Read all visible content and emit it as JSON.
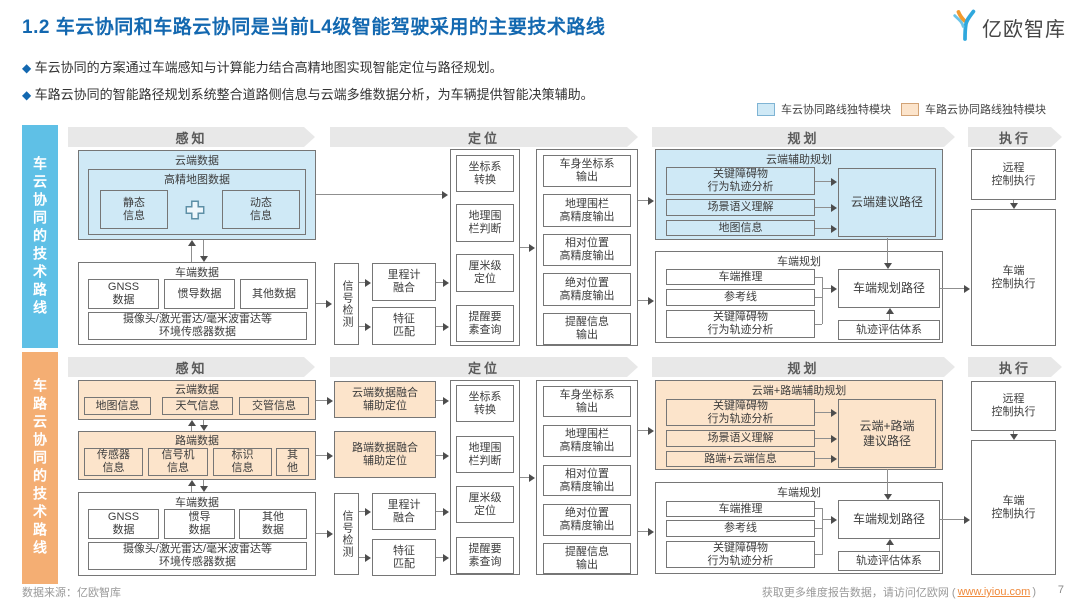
{
  "header": {
    "title": "1.2 车云协同和车路云协同是当前L4级智能驾驶采用的主要技术路线",
    "logo_text": "亿欧智库",
    "bullets": [
      "车云协同的方案通过车端感知与计算能力结合高精地图实现智能定位与路径规划。",
      "车路云协同的智能路径规划系统整合道路侧信息与云端多维数据分析，为车辆提供智能决策辅助。"
    ],
    "legend": {
      "item1": "车云协同路线独特模块",
      "item2": "车路云协同路线独特模块"
    }
  },
  "columns": {
    "perception": "感知",
    "localization": "定位",
    "planning": "规划",
    "execution": "执行"
  },
  "colors": {
    "blue_module": "#cfe9f6",
    "orange_module": "#fce4cb",
    "sidebar_blue": "#5fc0e6",
    "sidebar_orange": "#f4ae73",
    "title_blue": "#1368b0",
    "link_orange": "#ef8a3c"
  },
  "s1": {
    "sidebar": "车云协同的技术路线",
    "cloud_title": "云端数据",
    "hd_title": "高精地图数据",
    "static": "静态\n信息",
    "dynamic": "动态\n信息",
    "veh_title": "车端数据",
    "gnss": "GNSS\n数据",
    "imu": "惯导数据",
    "other": "其他数据",
    "sensors": "摄像头/激光雷达/毫米波雷达等\n环境传感器数据",
    "signal": "信号检测",
    "odom": "里程计\n融合",
    "feat": "特征\n匹配",
    "mid1": "坐标系\n转换",
    "mid2": "地理围\n栏判断",
    "mid3": "厘米级\n定位",
    "mid4": "提醒要\n素查询",
    "out1": "车身坐标系\n输出",
    "out2": "地理围栏\n高精度输出",
    "out3": "相对位置\n高精度输出",
    "out4": "绝对位置\n高精度输出",
    "out5": "提醒信息\n输出",
    "plan_cloud_title": "云端辅助规划",
    "pc1": "关键障碍物\n行为轨迹分析",
    "pc2": "场景语义理解",
    "pc3": "地图信息",
    "pc_out": "云端建议路径",
    "plan_veh_title": "车端规划",
    "pv1": "车端推理",
    "pv2": "参考线",
    "pv3": "关键障碍物\n行为轨迹分析",
    "pv_out": "车端规划路径",
    "pv_eval": "轨迹评估体系",
    "exec_remote": "远程\n控制执行",
    "exec_vehicle": "车端\n控制执行"
  },
  "s2": {
    "sidebar": "车路云协同的技术路线",
    "cloud_title": "云端数据",
    "cloud1": "地图信息",
    "cloud2": "天气信息",
    "cloud3": "交管信息",
    "road_title": "路端数据",
    "road1": "传感器\n信息",
    "road2": "信号机\n信息",
    "road3": "标识\n信息",
    "road4": "其\n他",
    "veh_title": "车端数据",
    "gnss": "GNSS\n数据",
    "imu": "惯导\n数据",
    "other": "其他\n数据",
    "sensors": "摄像头/激光雷达/毫米波雷达等\n环境传感器数据",
    "loc_cloud": "云端数据融合\n辅助定位",
    "loc_road": "路端数据融合\n辅助定位",
    "signal": "信号检测",
    "odom": "里程计\n融合",
    "feat": "特征\n匹配",
    "mid1": "坐标系\n转换",
    "mid2": "地理围\n栏判断",
    "mid3": "厘米级\n定位",
    "mid4": "提醒要\n素查询",
    "out1": "车身坐标系\n输出",
    "out2": "地理围栏\n高精度输出",
    "out3": "相对位置\n高精度输出",
    "out4": "绝对位置\n高精度输出",
    "out5": "提醒信息\n输出",
    "plan_cloud_title": "云端+路端辅助规划",
    "pc1": "关键障碍物\n行为轨迹分析",
    "pc2": "场景语义理解",
    "pc3": "路端+云端信息",
    "pc_out": "云端+路端\n建议路径",
    "plan_veh_title": "车端规划",
    "pv1": "车端推理",
    "pv2": "参考线",
    "pv3": "关键障碍物\n行为轨迹分析",
    "pv_out": "车端规划路径",
    "pv_eval": "轨迹评估体系",
    "exec_remote": "远程\n控制执行",
    "exec_vehicle": "车端\n控制执行"
  },
  "footer": {
    "source": "数据来源：亿欧智库",
    "right_prefix": "获取更多维度报告数据，请访问亿欧网 (",
    "link": "www.iyiou.com",
    "right_suffix": ")",
    "page": "7"
  }
}
